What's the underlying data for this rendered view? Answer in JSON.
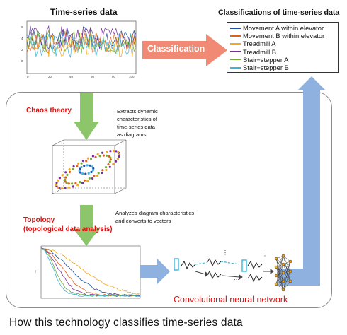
{
  "header": {
    "timeseries_title": "Time-series data",
    "classifications_title": "Classifications of time-series data"
  },
  "arrow_label": "Classification",
  "legend": [
    {
      "label": "Movement A within elevator",
      "color": "#1f4fa8"
    },
    {
      "label": "Movement B within elevator",
      "color": "#e0601a"
    },
    {
      "label": "Treadmill A",
      "color": "#f0a81c"
    },
    {
      "label": "Treadmill B",
      "color": "#7a2e9a"
    },
    {
      "label": "Stair−stepper A",
      "color": "#6fae2e"
    },
    {
      "label": "Stair−stepper B",
      "color": "#3cb4d8"
    }
  ],
  "steps": {
    "chaos": {
      "label": "Chaos theory",
      "description": [
        "Extracts dynamic",
        "characteristics of",
        "time-series data",
        "as diagrams"
      ]
    },
    "topology": {
      "label_lines": [
        "Topology",
        "(topological data analysis)"
      ],
      "description": [
        "Analyzes diagram characteristics",
        "and converts to vectors"
      ]
    }
  },
  "cnn_label": "Convolutional neural network",
  "caption": "How this technology classifies time-series data",
  "colors": {
    "red": "#e01010",
    "green_arrow": "#8cc56a",
    "blue_arrow": "#8fb1df",
    "orange_arrow": "#f08a74",
    "frame_border": "#8a8a8a"
  }
}
